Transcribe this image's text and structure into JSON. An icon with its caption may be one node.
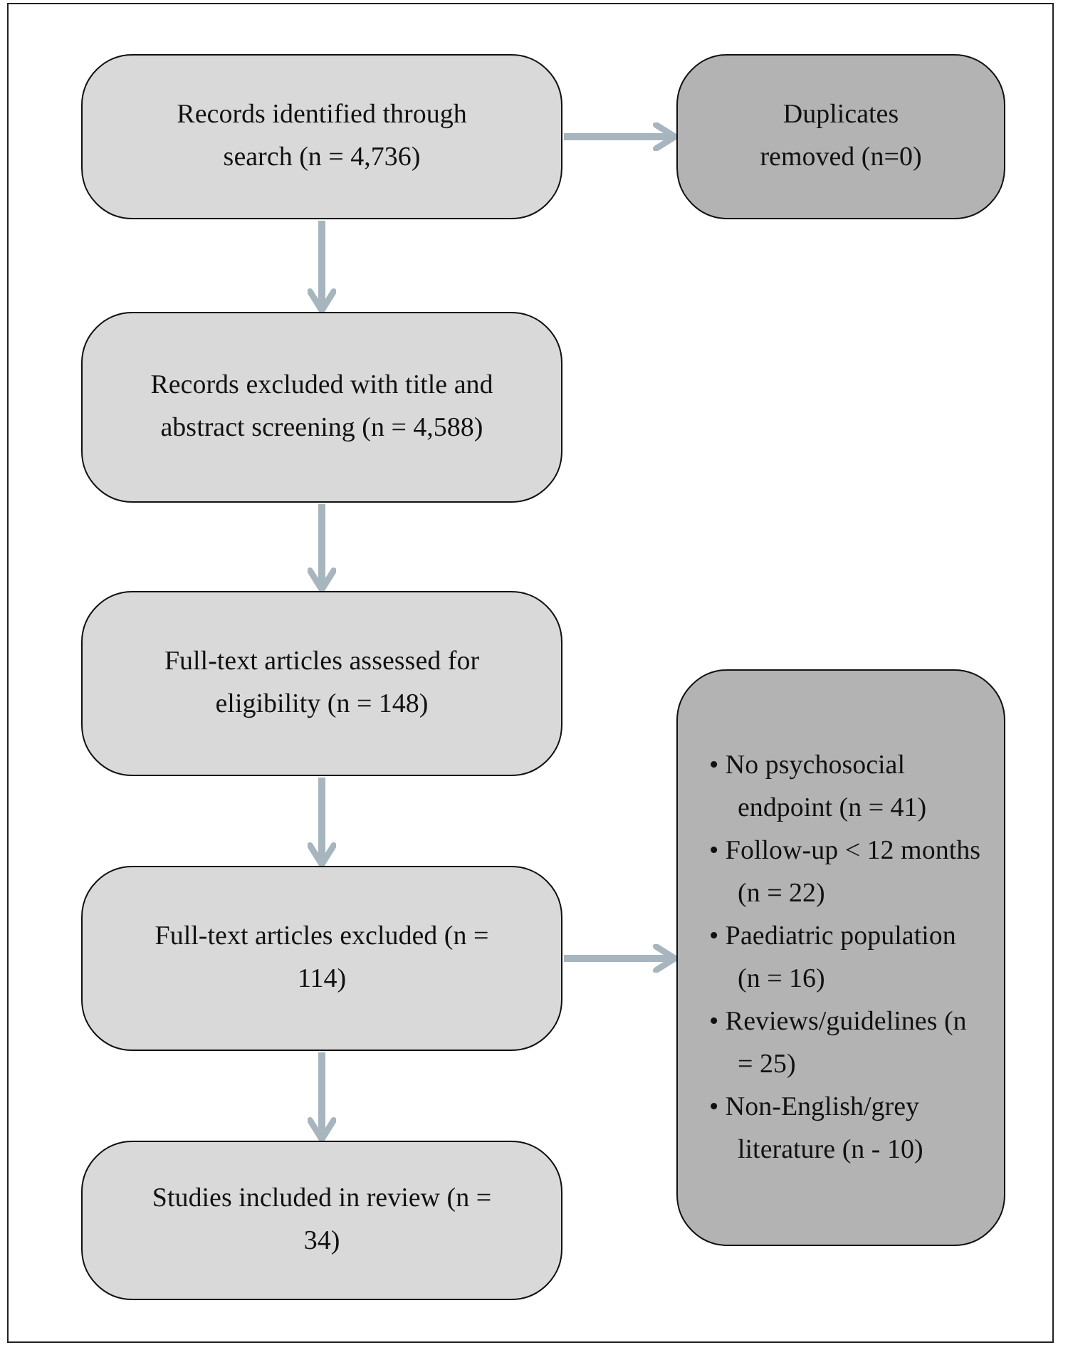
{
  "diagram": {
    "nodes": [
      {
        "text": [
          "Records identified through search (n = 4,736)"
        ]
      },
      {
        "text": [
          "Duplicates removed (n=0)"
        ]
      },
      {
        "text": [
          "Records excluded with title and abstract screening (n = 4,588)"
        ]
      },
      {
        "text": [
          "Full-text articles assessed for eligibility (n = 148)"
        ]
      },
      {
        "text": [
          "Full-text articles excluded (n = 114)"
        ]
      },
      {
        "text": [
          "• No psychosocial endpoint (n = 41)",
          "• Follow-up < 12 months (n = 22)",
          "• Paediatric population (n = 16)",
          "• Reviews/guidelines (n = 25)",
          "• Non-English/grey literature (n - 10)"
        ]
      },
      {
        "text": [
          "Studies included in review (n = 34)"
        ]
      }
    ],
    "edges": [
      {
        "from": 0,
        "to": 1,
        "arrow": "to"
      },
      {
        "from": 0,
        "to": 2,
        "arrow": "to"
      },
      {
        "from": 2,
        "to": 3,
        "arrow": "to"
      },
      {
        "from": 3,
        "to": 4,
        "arrow": "to"
      },
      {
        "from": 4,
        "to": 5,
        "arrow": "to"
      },
      {
        "from": 4,
        "to": 6,
        "arrow": "to"
      }
    ]
  }
}
